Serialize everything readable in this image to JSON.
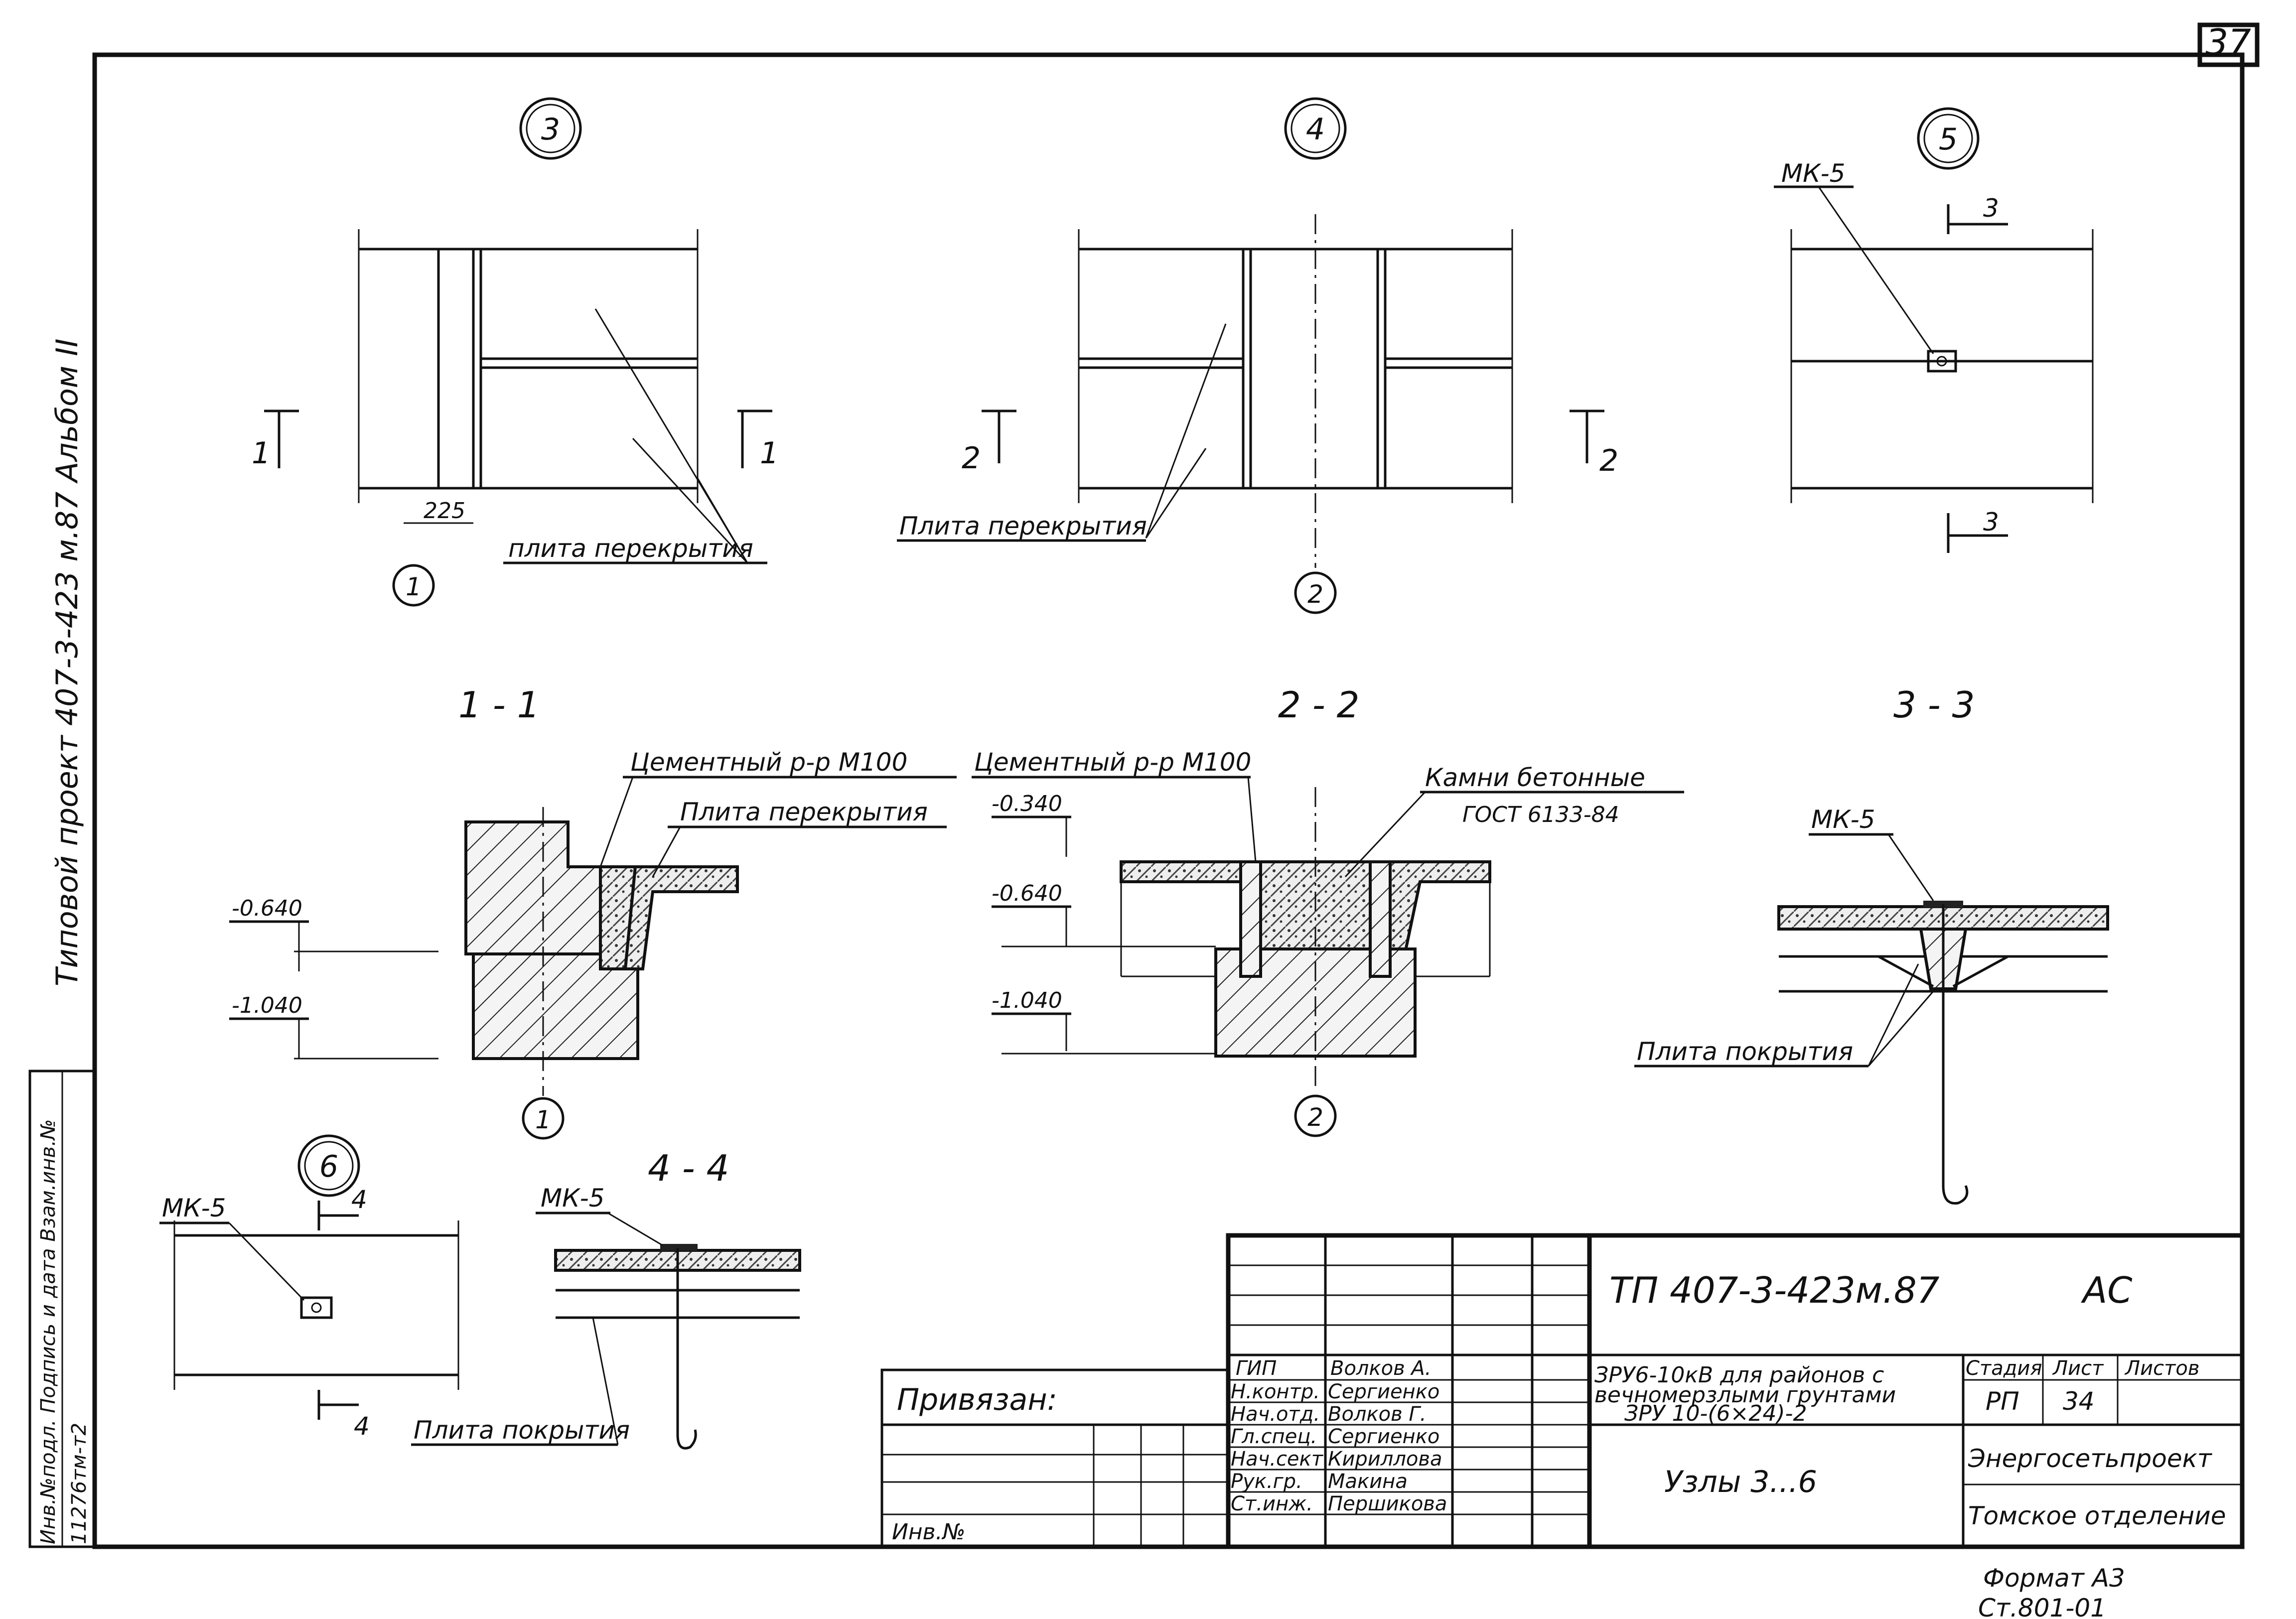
{
  "sheet_number": "37",
  "side_strip": {
    "project": "Типовой проект 407-3-423 м.87 Альбом II",
    "inv_block": "Инв.№подл. Подпись и дата Взам.инв.№",
    "inv_number": "11276тм-т2"
  },
  "nodes": {
    "n3": {
      "marker": "3",
      "axis": "1",
      "section": "1",
      "dim": "225",
      "label": "плита перекрытия"
    },
    "n4": {
      "marker": "4",
      "axis": "2",
      "section": "2",
      "label": "Плита перекрытия"
    },
    "n5": {
      "marker": "5",
      "section": "3",
      "label": "МК-5"
    },
    "n6": {
      "marker": "6",
      "section": "4",
      "label": "МК-5"
    }
  },
  "sections": {
    "s11": {
      "title": "1 - 1",
      "mortar": "Цементный р-р М100",
      "slab": "Плита перекрытия",
      "lvl1": "-0.640",
      "lvl2": "-1.040",
      "axis": "1"
    },
    "s22": {
      "title": "2 - 2",
      "mortar": "Цементный р-р М100",
      "stones": "Камни бетонные",
      "gost": "ГОСТ 6133-84",
      "lvl0": "-0.340",
      "lvl1": "-0.640",
      "lvl2": "-1.040",
      "axis": "2"
    },
    "s33": {
      "title": "3 - 3",
      "mk": "МК-5",
      "slab": "Плита покрытия"
    },
    "s44": {
      "title": "4 - 4",
      "mk": "МК-5",
      "slab": "Плита покрытия"
    }
  },
  "title_block": {
    "code": "ТП 407-3-423м.87",
    "mark": "АС",
    "roles": [
      "ГИП",
      "Н.контр.",
      "Нач.отд.",
      "Гл.спец.",
      "Нач.сект.",
      "Рук.гр.",
      "Ст.инж."
    ],
    "names": [
      "Волков А.",
      "Сергиенко",
      "Волков Г.",
      "Сергиенко",
      "Кириллова",
      "Макина",
      "Першикова"
    ],
    "bound": "Привязан:",
    "inv": "Инв.№",
    "desc_1": "ЗРУ6-10кВ для районов с",
    "desc_2": "вечномерзлыми грунтами",
    "desc_3": "ЗРУ 10-(6×24)-2",
    "stage_h": "Стадия",
    "sheet_h": "Лист",
    "sheets_h": "Листов",
    "stage": "РП",
    "sheet": "34",
    "content": "Узлы 3...6",
    "org1": "Энергосетьпроект",
    "org2": "Томское отделение"
  },
  "format": "Формат А3",
  "footer_code": "Ст.801-01"
}
